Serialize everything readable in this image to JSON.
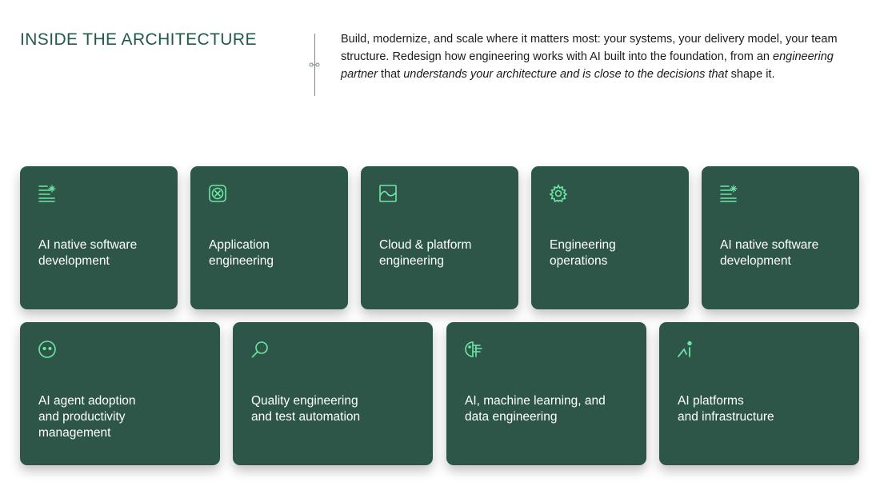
{
  "section": {
    "title": "INSIDE THE ARCHITECTURE",
    "intro_part1": "Build, modernize, and scale where it matters most: your systems, your delivery model, your team structure. Redesign how engineering works with AI built into the foundation, from an ",
    "intro_em1": "engineering partner",
    "intro_part2": " that ",
    "intro_em2": "understands your architecture and is close to the decisions that",
    "intro_part3": " shape it."
  },
  "colors": {
    "accent": "#1f5c43",
    "card_bg": "#2d5648",
    "icon": "#6ee6a6"
  },
  "cards": [
    {
      "label": "AI native software\ndevelopment",
      "icon": "text-lines-sparkle-icon"
    },
    {
      "label": "Application\nengineering",
      "icon": "app-grid-icon"
    },
    {
      "label": "Cloud & platform\nengineering",
      "icon": "cloud-window-icon"
    },
    {
      "label": "Engineering\noperations",
      "icon": "gear-icon"
    },
    {
      "label": "AI native software\ndevelopment",
      "icon": "text-lines-sparkle-icon"
    },
    {
      "label": "AI agent adoption\nand productivity\nmanagement",
      "icon": "agent-face-icon"
    },
    {
      "label": "Quality engineering\nand test automation",
      "icon": "magnifier-icon"
    },
    {
      "label": "AI, machine learning, and\ndata engineering",
      "icon": "brain-circuit-icon"
    },
    {
      "label": "AI platforms\nand infrastructure",
      "icon": "ai-platform-icon"
    }
  ]
}
